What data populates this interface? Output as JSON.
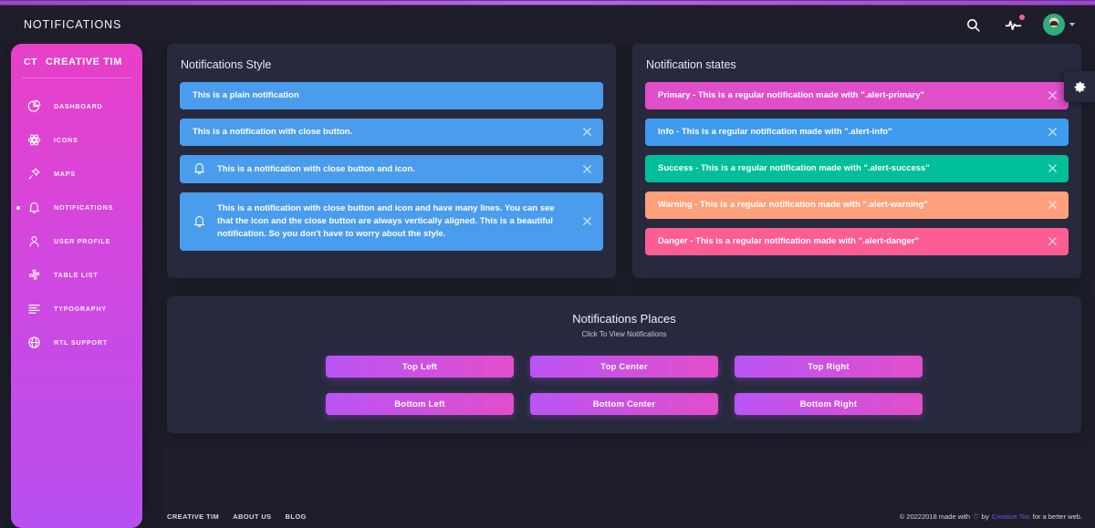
{
  "navbar": {
    "title": "NOTIFICATIONS",
    "search_icon": "search-icon",
    "activity_icon": "activity-pulse-icon",
    "avatar_icon": "avatar"
  },
  "sidebar": {
    "logo_mark": "CT",
    "logo_text": "CREATIVE TIM",
    "items": [
      {
        "label": "DASHBOARD",
        "icon": "pie-chart-icon",
        "active": false
      },
      {
        "label": "ICONS",
        "icon": "atom-icon",
        "active": false
      },
      {
        "label": "MAPS",
        "icon": "pin-icon",
        "active": false
      },
      {
        "label": "NOTIFICATIONS",
        "icon": "bell-icon",
        "active": true
      },
      {
        "label": "USER PROFILE",
        "icon": "user-icon",
        "active": false
      },
      {
        "label": "TABLE LIST",
        "icon": "puzzle-icon",
        "active": false
      },
      {
        "label": "TYPOGRAPHY",
        "icon": "text-lines-icon",
        "active": false
      },
      {
        "label": "RTL SUPPORT",
        "icon": "world-icon",
        "active": false
      }
    ],
    "gradient_from": "#e83fc8",
    "gradient_to": "#b84ff0"
  },
  "styles_panel": {
    "title": "Notifications Style",
    "alerts": [
      {
        "text": "This is a plain notification",
        "color": "#4a9ced",
        "has_close": false,
        "has_icon": false
      },
      {
        "text": "This is a notification with close button.",
        "color": "#4a9ced",
        "has_close": true,
        "has_icon": false
      },
      {
        "text": "This is a notification with close button and icon.",
        "color": "#4a9ced",
        "has_close": true,
        "has_icon": true
      },
      {
        "text": "This is a notification with close button and icon and have many lines. You can see that the icon and the close button are always vertically aligned. This is a beautiful notification. So you don't have to worry about the style.",
        "color": "#4a9ced",
        "has_close": true,
        "has_icon": true
      }
    ]
  },
  "states_panel": {
    "title": "Notification states",
    "alerts": [
      {
        "strong": "Primary",
        "text": " - This is a regular notification made with \".alert-primary\"",
        "color": "#e14eca"
      },
      {
        "strong": "Info",
        "text": " - This is a regular notification made with \".alert-info\"",
        "color": "#3f9bf0"
      },
      {
        "strong": "Success",
        "text": " - This is a regular notification made with \".alert-success\"",
        "color": "#00bf9a"
      },
      {
        "strong": "Warning",
        "text": " - This is a regular notification made with \".alert-warning\"",
        "color": "#ffa07c"
      },
      {
        "strong": "Danger",
        "text": " - This is a regular notification made with \".alert-danger\"",
        "color": "#fd5d93"
      }
    ]
  },
  "places_panel": {
    "title": "Notifications Places",
    "subtitle": "Click To View Notifications",
    "buttons": [
      "Top Left",
      "Top Center",
      "Top Right",
      "Bottom Left",
      "Bottom Center",
      "Bottom Right"
    ]
  },
  "settings": {
    "gear_icon": "gear-icon"
  },
  "footer": {
    "links": [
      "CREATIVE TIM",
      "ABOUT US",
      "BLOG"
    ],
    "copyright_pre": "© 20222018 made with",
    "heart": "♡",
    "by": "by",
    "brand": "Creative Tim",
    "copyright_post": "for a better web."
  }
}
